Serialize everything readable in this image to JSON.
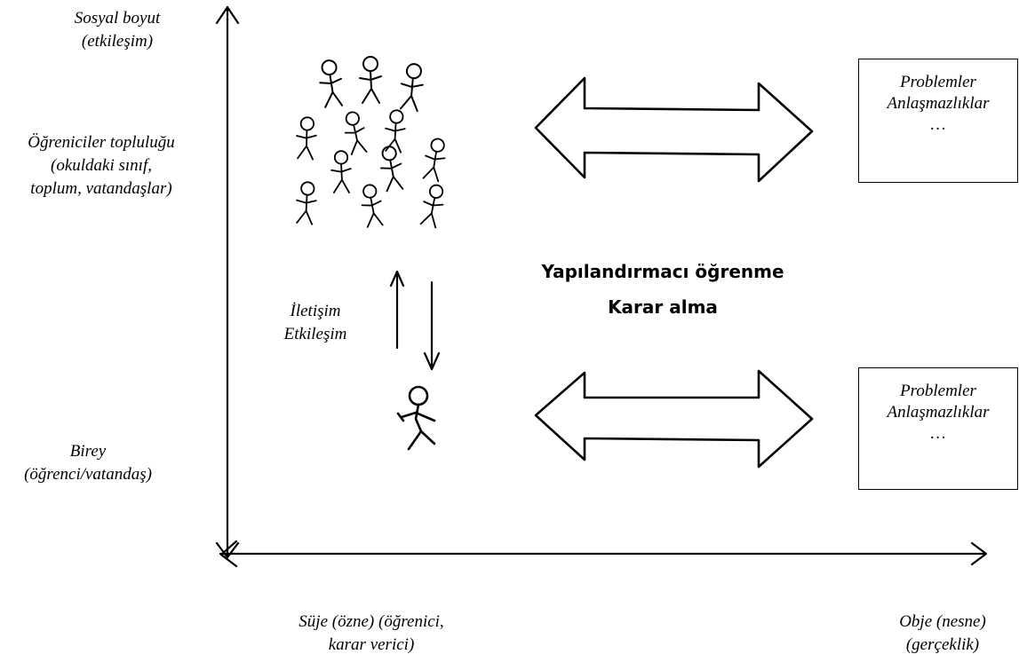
{
  "axes": {
    "y_top_label": [
      "Sosyal boyut",
      "(etkileşim)"
    ],
    "x_left_label": [
      "Süje (özne) (öğrenici,",
      "karar verici)"
    ],
    "x_right_label": [
      "Obje (nesne)",
      "(gerçeklik)"
    ]
  },
  "levels": {
    "group_label": [
      "Öğreniciler topluluğu",
      "(okuldaki sınıf,",
      "toplum, vatandaşlar)"
    ],
    "individual_label": [
      "Birey",
      "(öğrenci/vatandaş)"
    ]
  },
  "communication_label": [
    "İletişim",
    "Etkileşim"
  ],
  "center_title": [
    "Yapılandırmacı öğrenme",
    "Karar alma"
  ],
  "boxes": [
    {
      "lines": [
        "Problemler",
        "Anlaşmazlıklar",
        "…"
      ]
    },
    {
      "lines": [
        "Problemler",
        "Anlaşmazlıklar",
        "…"
      ]
    }
  ],
  "icons": [
    "stick-figure-group",
    "stick-figure-individual",
    "double-arrow",
    "up-arrow",
    "down-arrow"
  ]
}
